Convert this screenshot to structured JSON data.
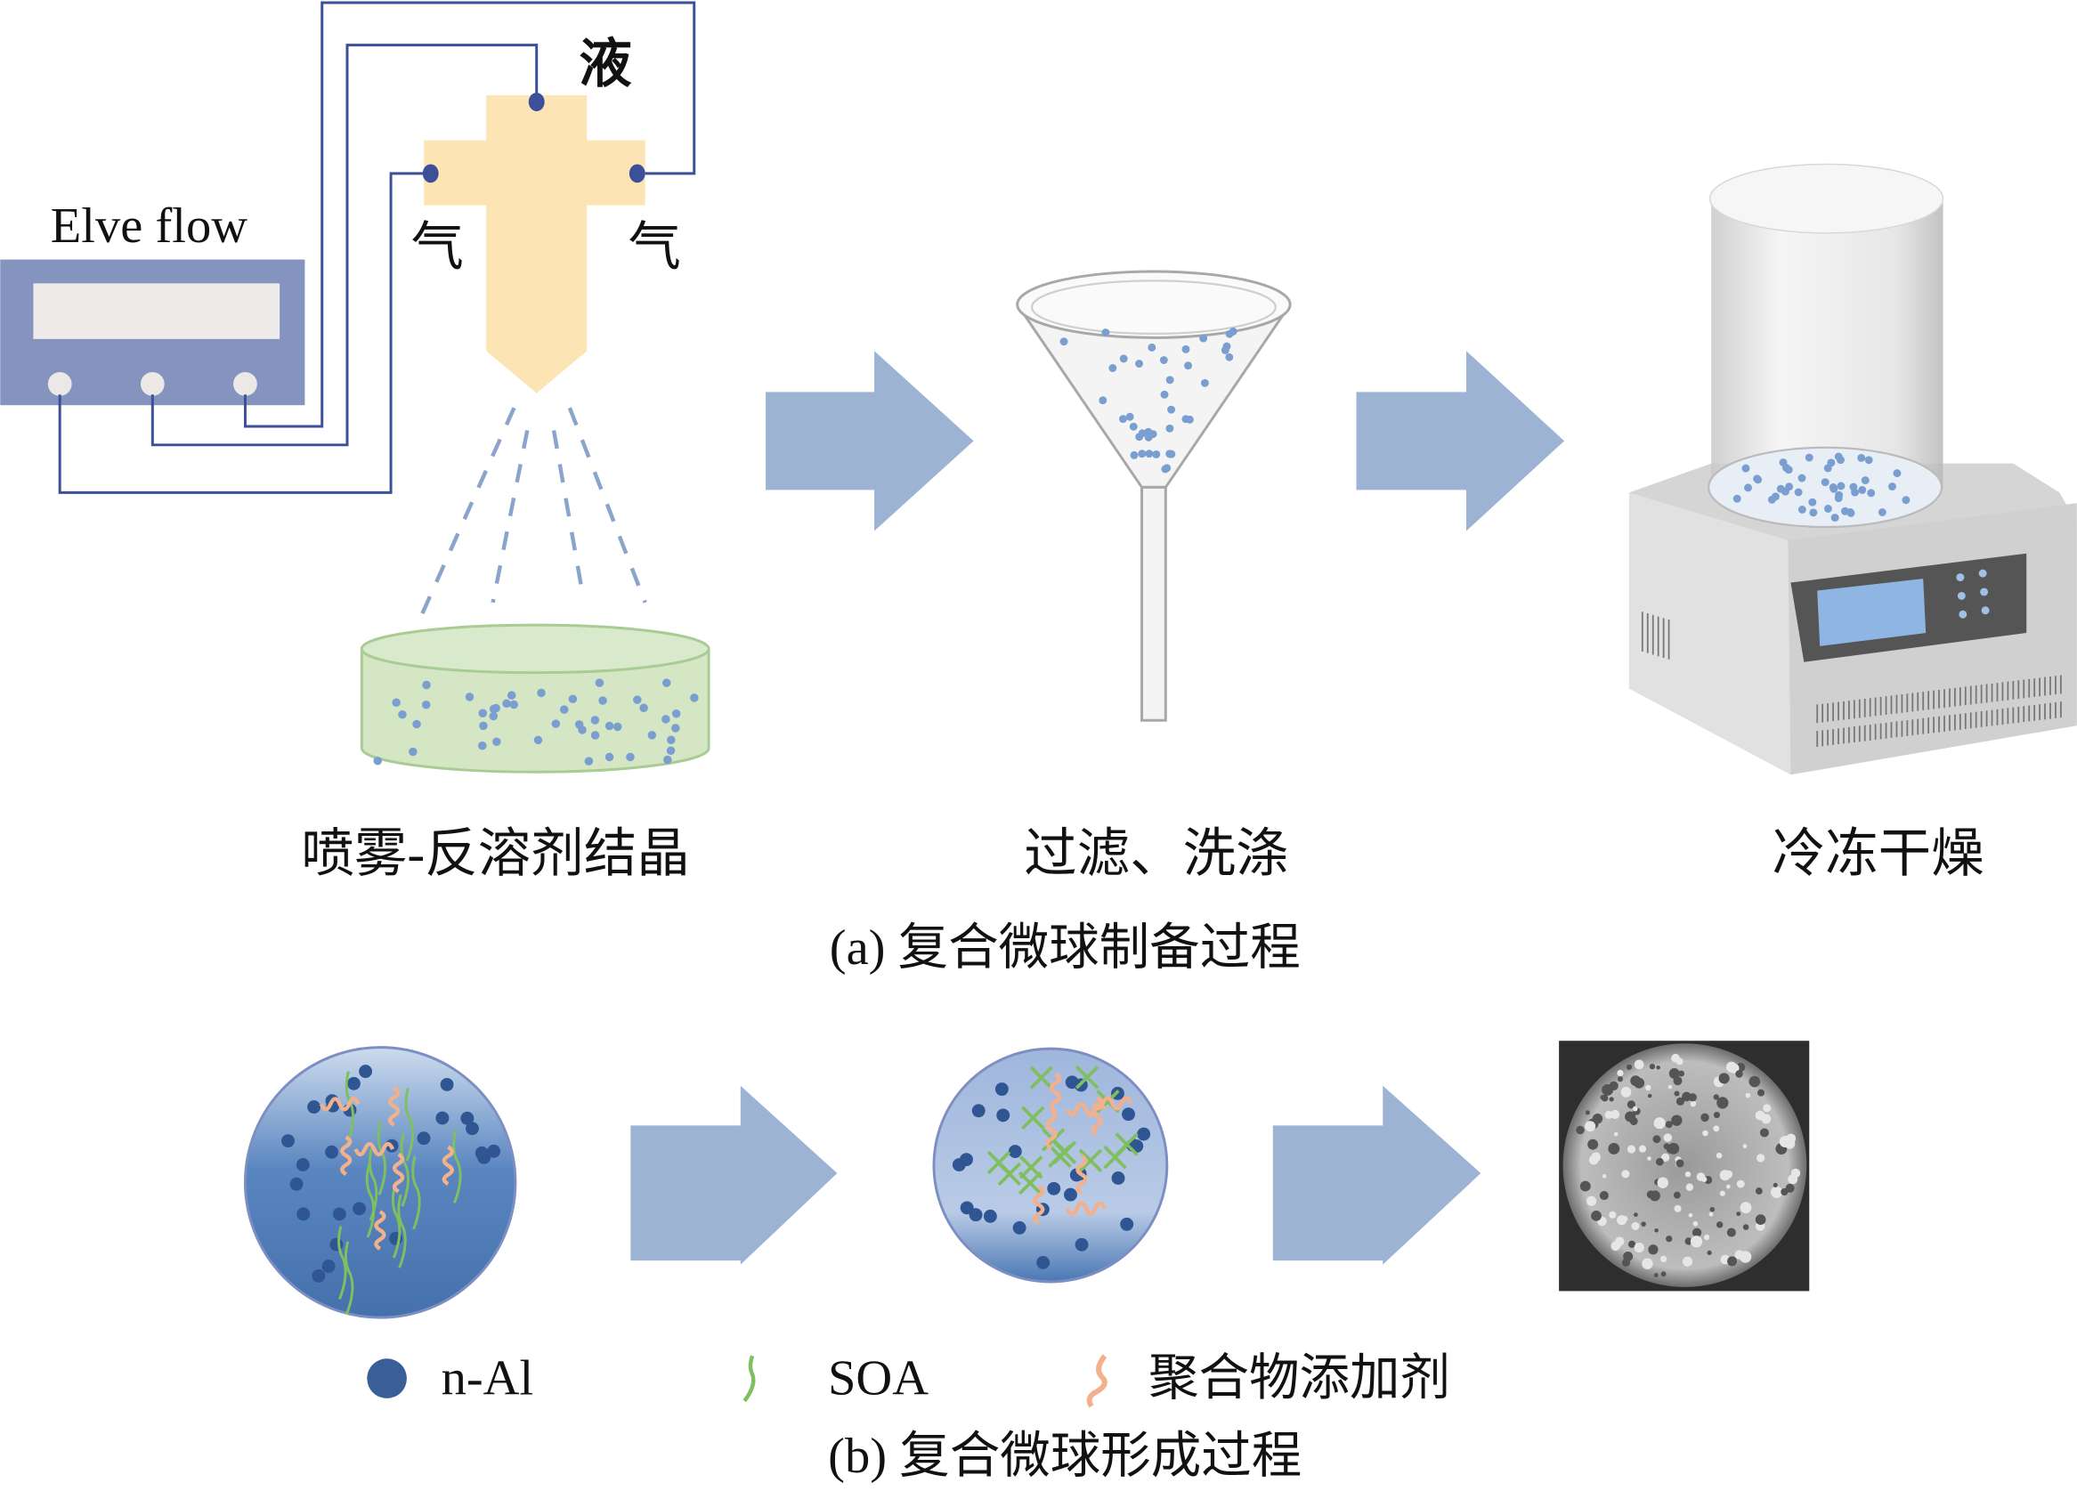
{
  "panel_a": {
    "device_label": "Elve flow",
    "liquid_label": "液",
    "gas_label_left": "气",
    "gas_label_right": "气",
    "step1_label": "喷雾-反溶剂结晶",
    "step2_label": "过滤、洗涤",
    "step3_label": "冷冻干燥",
    "caption": "(a) 复合微球制备过程"
  },
  "panel_b": {
    "legend": [
      {
        "label": "n-Al",
        "color": "#3a5e98"
      },
      {
        "label": "SOA",
        "color": "#7fbf5f"
      },
      {
        "label": "聚合物添加剂",
        "color": "#f2b08c"
      }
    ],
    "caption": "(b) 复合微球形成过程"
  },
  "colors": {
    "arrow": "#9cb3d4",
    "wire": "#3b4f9a",
    "device": "#8594bf",
    "nozzle": "#fce4b4",
    "dish": "#d4e6c4",
    "particle": "#7a9ed0"
  }
}
